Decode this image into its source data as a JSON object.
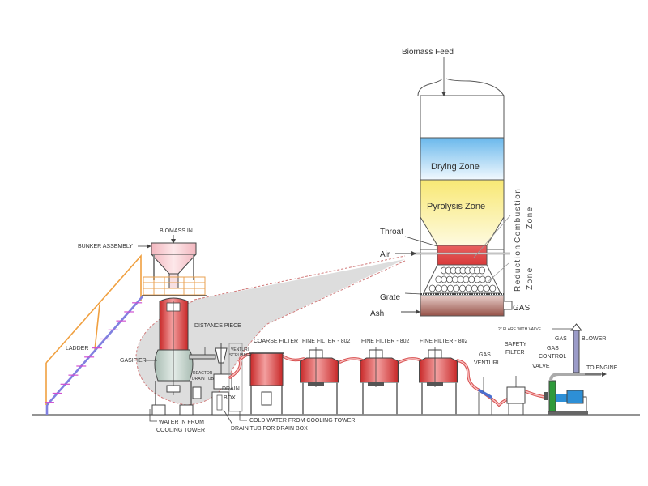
{
  "title": "Biomass Gasifier Plant Schematic",
  "colors": {
    "vessel_red": "#d93a3a",
    "vessel_red_light": "#f4a6a6",
    "hopper_pink": "#f6c9cf",
    "gasifier_green": "#c9d6cf",
    "ladder_frame": "#f0a040",
    "ladder_rail": "#8888e8",
    "ladder_rung": "#d050d0",
    "drying_blue": "#7cc4ef",
    "pyrolysis_yellow": "#fbf09a",
    "combustion_red": "#e04848",
    "ash_brown": "#9a5a50",
    "blower_blue": "#2d8fd6",
    "control_green": "#2e9a3a",
    "callout_gray": "#d8d8d8",
    "callout_dash": "#d08080"
  },
  "plant": {
    "labels": {
      "biomass_in": "BIOMASS IN",
      "bunker_assembly": "BUNKER ASSEMBLY",
      "ladder": "LADDER",
      "gasifier": "GASIFIER",
      "distance_piece": "DISTANCE PIECE",
      "venturi_scrubber_1": "VENTURI",
      "venturi_scrubber_2": "SCRUBBER",
      "reactor_drain_tub_1": "REACTOR",
      "reactor_drain_tub_2": "DRAIN TUB",
      "drain_box_1": "DRAIN",
      "drain_box_2": "BOX",
      "coarse_filter": "COARSE FILTER",
      "fine_filter_1": "FINE FILTER  - 802",
      "fine_filter_2": "FINE FILTER  - 802",
      "fine_filter_3": "FINE FILTER  - 802",
      "gas_venturi_1": "GAS",
      "gas_venturi_2": "VENTURI",
      "safety_filter_1": "SAFETY",
      "safety_filter_2": "FILTER",
      "flare": "2\" FLARE WITH VALVE",
      "gas_blower_1": "GAS",
      "gas_blower_2": "BLOWER",
      "gas_control_1": "GAS",
      "gas_control_2": "CONTROL",
      "valve": "VALVE",
      "to_engine": "TO ENGINE",
      "water_in_1": "WATER IN FROM",
      "water_in_2": "COOLING TOWER",
      "cold_water": "COLD WATER FROM COOLING TOWER",
      "drain_tub_for_drain_box": "DRAIN TUB FOR DRAIN BOX"
    }
  },
  "reactor_detail": {
    "biomass_feed": "Biomass Feed",
    "zones": {
      "drying": "Drying Zone",
      "pyrolysis": "Pyrolysis Zone",
      "combustion_1": "Combustion",
      "combustion_2": "Zone",
      "reduction_1": "Reduction",
      "reduction_2": "Zone"
    },
    "labels": {
      "throat": "Throat",
      "air": "Air",
      "grate": "Grate",
      "ash": "Ash",
      "gas": "GAS"
    }
  }
}
